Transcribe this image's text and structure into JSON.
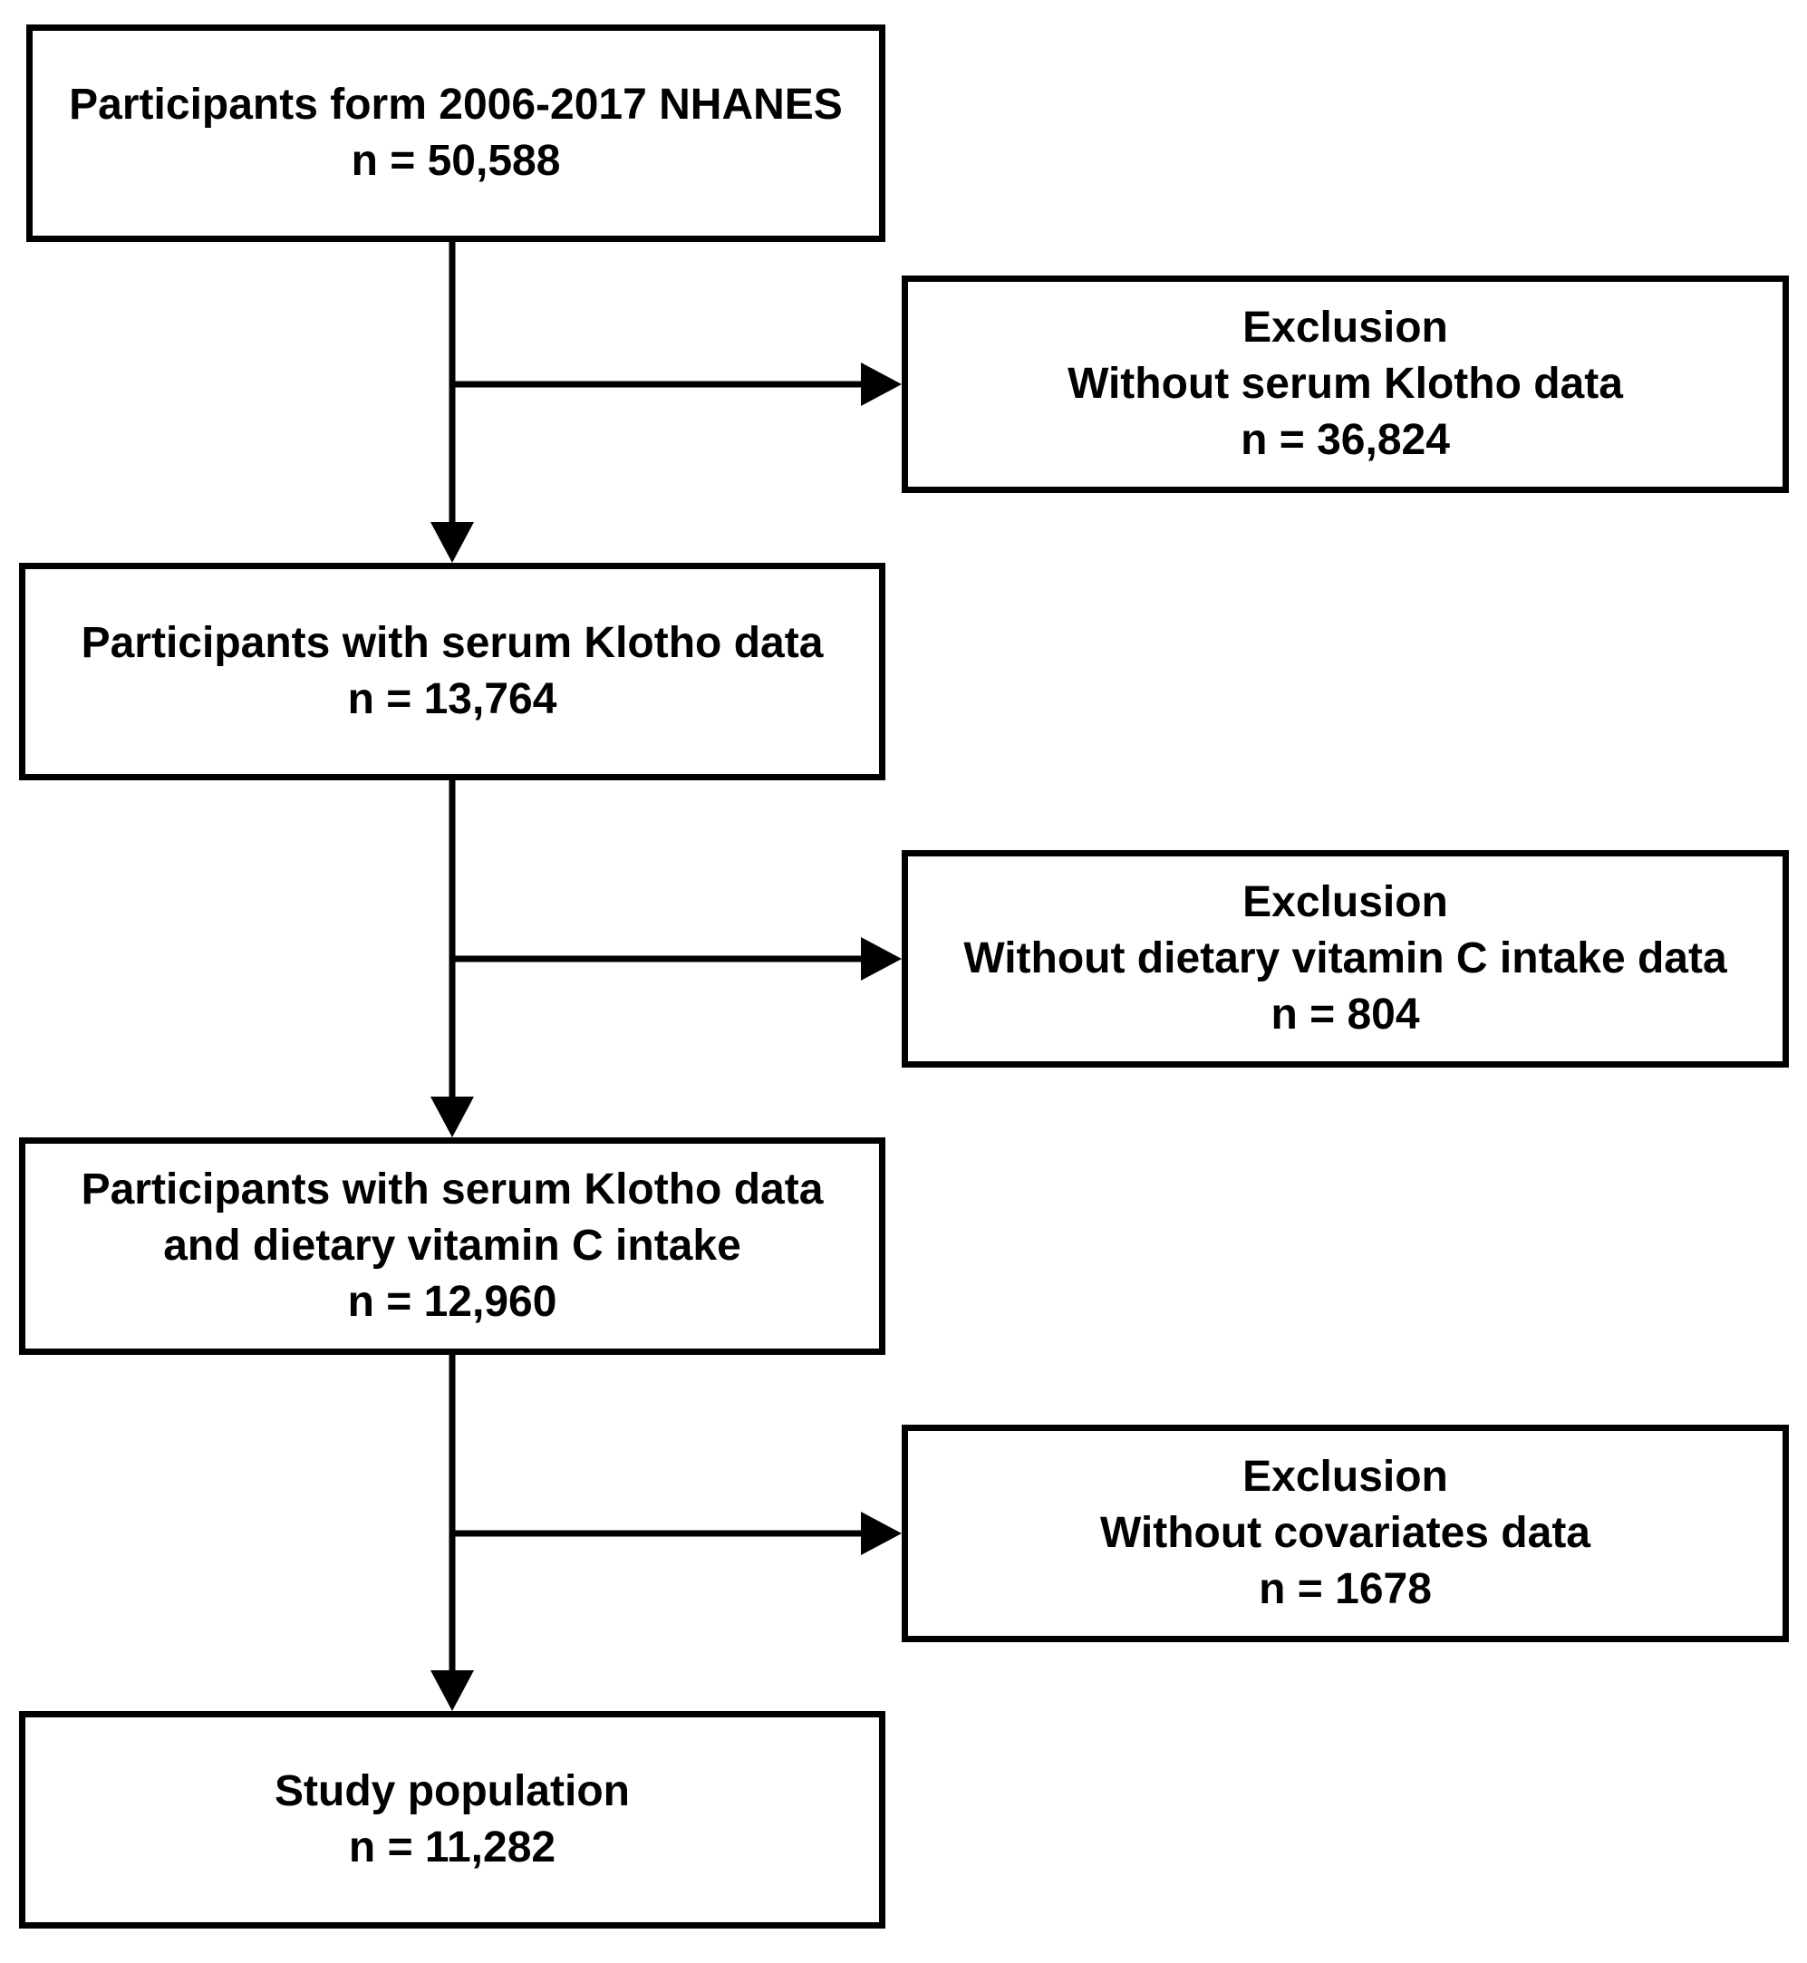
{
  "colors": {
    "stroke": "#000000",
    "background": "#ffffff"
  },
  "flow": {
    "participants_all": {
      "line1": "Participants form 2006-2017 NHANES",
      "line2": "n = 50,588"
    },
    "participants_klotho": {
      "line1": "Participants with serum Klotho data",
      "line2": "n = 13,764"
    },
    "participants_klotho_vitc": {
      "line1": "Participants with serum Klotho data",
      "line2": "and dietary vitamin C intake",
      "line3": "n = 12,960"
    },
    "study_population": {
      "line1": "Study population",
      "line2": "n = 11,282"
    }
  },
  "exclusions": [
    {
      "title": "Exclusion",
      "reason": "Without serum Klotho data",
      "count": "n = 36,824"
    },
    {
      "title": "Exclusion",
      "reason": "Without dietary vitamin C intake data",
      "count": "n = 804"
    },
    {
      "title": "Exclusion",
      "reason": "Without covariates data",
      "count": "n = 1678"
    }
  ]
}
